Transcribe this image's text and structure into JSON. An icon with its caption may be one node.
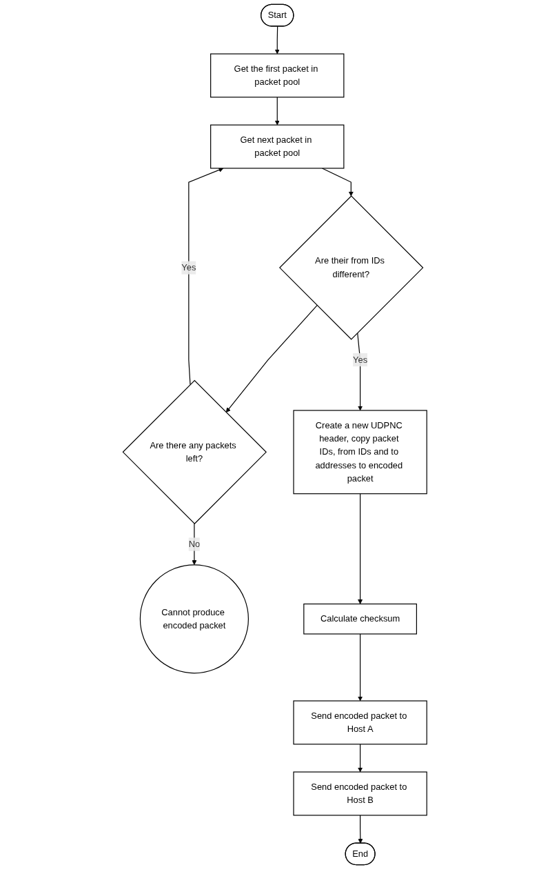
{
  "diagram": {
    "nodes": [
      {
        "text": [
          "Start"
        ]
      },
      {
        "text": [
          "Get the first packet in packet pool"
        ]
      },
      {
        "text": [
          "Get next packet in packet pool"
        ]
      },
      {
        "text": [
          "Are their from IDs different?"
        ]
      },
      {
        "text": [
          "Are there any packets left?"
        ]
      },
      {
        "text": [
          "Create a new UDPNC header, copy packet IDs, from IDs and to addresses to encoded packet"
        ]
      },
      {
        "text": [
          "Cannot produce encoded packet"
        ]
      },
      {
        "text": [
          "Calculate checksum"
        ]
      },
      {
        "text": [
          "Send encoded packet to Host A"
        ]
      },
      {
        "text": [
          "Send encoded packet to Host B"
        ]
      },
      {
        "text": [
          "End"
        ]
      }
    ],
    "edges": [
      {
        "from": 0,
        "to": 1,
        "arrow": "to"
      },
      {
        "from": 1,
        "to": 2,
        "arrow": "to"
      },
      {
        "from": 2,
        "to": 3,
        "arrow": "to"
      },
      {
        "from": 3,
        "to": 4,
        "arrow": "to"
      },
      {
        "from": 4,
        "to": 2,
        "label": "Yes",
        "arrow": "to"
      },
      {
        "from": 3,
        "to": 5,
        "label": "Yes",
        "arrow": "to"
      },
      {
        "from": 4,
        "to": 6,
        "label": "No",
        "arrow": "to"
      },
      {
        "from": 5,
        "to": 7,
        "arrow": "to"
      },
      {
        "from": 7,
        "to": 8,
        "arrow": "to"
      },
      {
        "from": 8,
        "to": 9,
        "arrow": "to"
      },
      {
        "from": 9,
        "to": 10,
        "arrow": "to"
      }
    ]
  }
}
